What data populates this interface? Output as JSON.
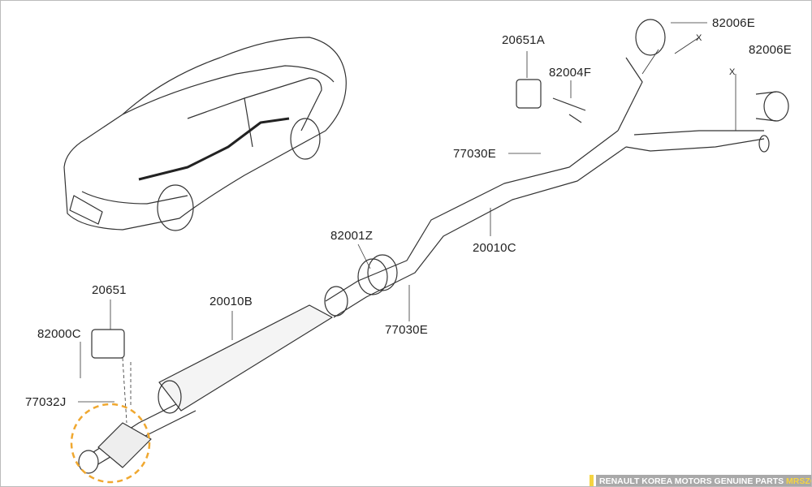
{
  "labels": {
    "p20651A": "20651A",
    "p82006E_a": "82006E",
    "p82006E_b": "82006E",
    "p82004F": "82004F",
    "p77030E_a": "77030E",
    "p82001Z": "82001Z",
    "p20010C": "20010C",
    "p20651": "20651",
    "p20010B": "20010B",
    "p82000C": "82000C",
    "p77030E_b": "77030E",
    "p77032J": "77032J",
    "dim_x_a": "X",
    "dim_x_b": "X"
  },
  "footer": {
    "text": "RENAULT KOREA MOTORS GENUINE PARTS ",
    "brand": "MRSZONE"
  },
  "colors": {
    "highlight": "#f0a830",
    "footer_bg": "#a9a9a9",
    "footer_accent": "#f5d442"
  }
}
